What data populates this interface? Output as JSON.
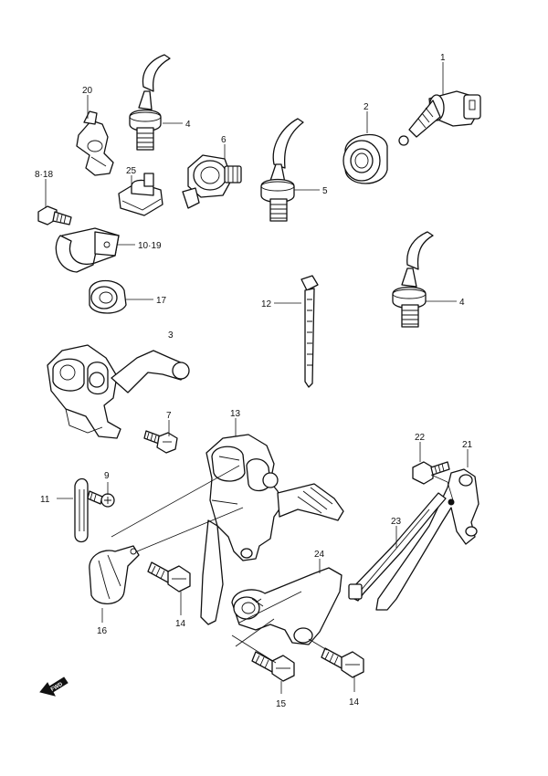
{
  "callouts": [
    {
      "key": "c1",
      "label": "1"
    },
    {
      "key": "c2",
      "label": "2"
    },
    {
      "key": "c3",
      "label": "3"
    },
    {
      "key": "c4a",
      "label": "4"
    },
    {
      "key": "c4b",
      "label": "4"
    },
    {
      "key": "c5",
      "label": "5"
    },
    {
      "key": "c6",
      "label": "6"
    },
    {
      "key": "c7",
      "label": "7"
    },
    {
      "key": "c818",
      "label": "8·18"
    },
    {
      "key": "c9",
      "label": "9"
    },
    {
      "key": "c1019",
      "label": "10·19"
    },
    {
      "key": "c11",
      "label": "11"
    },
    {
      "key": "c12",
      "label": "12"
    },
    {
      "key": "c13",
      "label": "13"
    },
    {
      "key": "c14a",
      "label": "14"
    },
    {
      "key": "c14b",
      "label": "14"
    },
    {
      "key": "c15",
      "label": "15"
    },
    {
      "key": "c16",
      "label": "16"
    },
    {
      "key": "c17",
      "label": "17"
    },
    {
      "key": "c20",
      "label": "20"
    },
    {
      "key": "c21",
      "label": "21"
    },
    {
      "key": "c22",
      "label": "22"
    },
    {
      "key": "c23",
      "label": "23"
    },
    {
      "key": "c24",
      "label": "24"
    },
    {
      "key": "c25",
      "label": "25"
    }
  ],
  "fwd_label": "FWD"
}
